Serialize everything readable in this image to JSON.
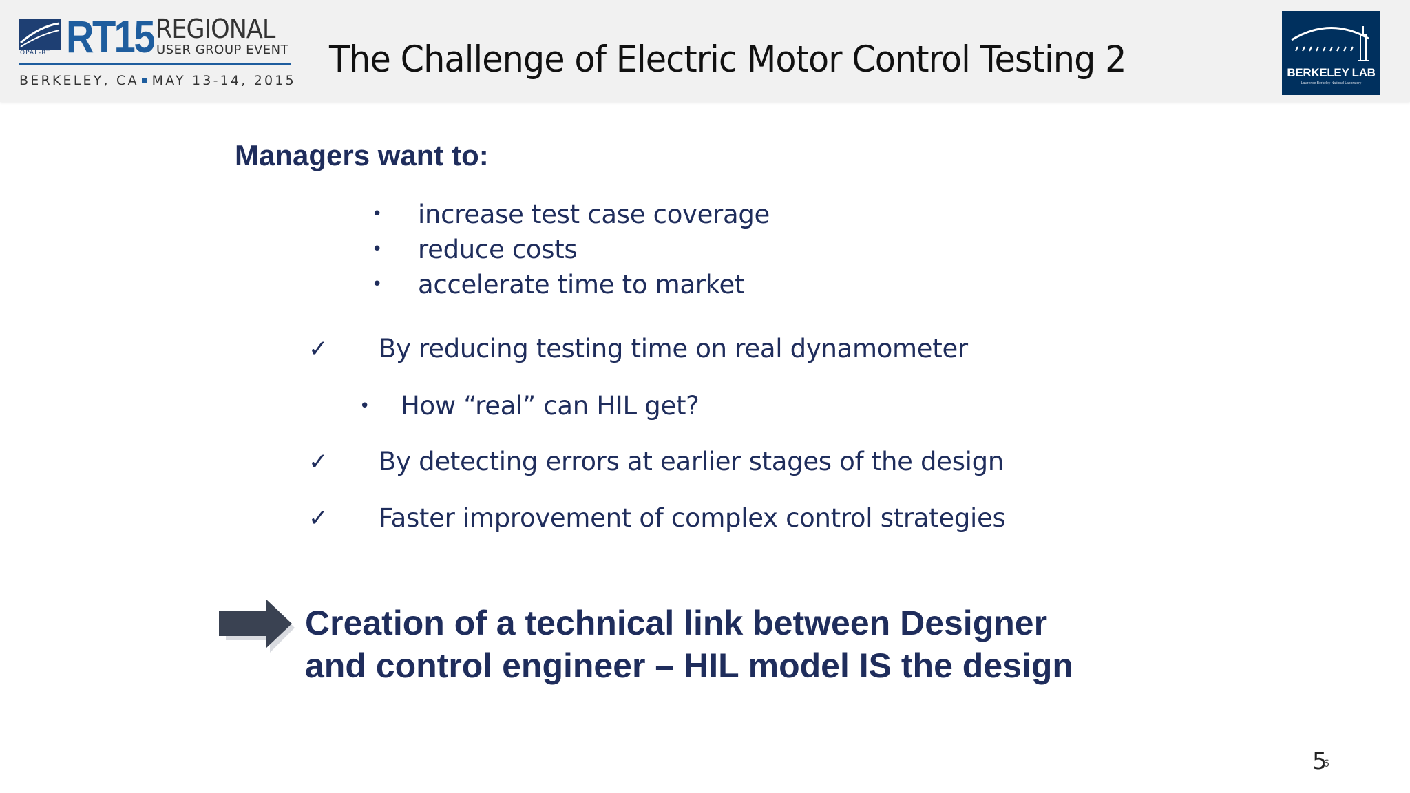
{
  "header": {
    "event_logo": {
      "brand": "RT15",
      "regional": "REGIONAL",
      "subtitle": "USER GROUP EVENT",
      "company": "OPAL-RT",
      "location": "BERKELEY, CA",
      "dates": "MAY 13-14, 2015"
    },
    "title": "The Challenge of Electric Motor Control Testing 2",
    "lab_logo": {
      "name": "BERKELEY LAB",
      "subtitle": "Lawrence Berkeley National Laboratory"
    }
  },
  "content": {
    "intro": "Managers want to:",
    "goals": [
      {
        "marker": "•",
        "text": "increase test case coverage"
      },
      {
        "marker": "•",
        "text": "reduce costs"
      },
      {
        "marker": "•",
        "text": "accelerate time to market"
      }
    ],
    "checks": [
      {
        "marker": "✓",
        "text": "By reducing testing time on real dynamometer"
      },
      {
        "marker": "✓",
        "text": "By detecting errors at earlier stages of the design"
      },
      {
        "marker": "✓",
        "text": "Faster improvement of complex control strategies"
      }
    ],
    "sub_bullet": {
      "marker": "•",
      "text": "How “real” can HIL get?"
    },
    "conclusion": {
      "line1": "Creation of a technical link between Designer",
      "line2": "and control engineer – HIL model IS the design"
    }
  },
  "footer": {
    "page_number": "5",
    "page_number_small": "6"
  },
  "colors": {
    "text_navy": "#1f2d5c",
    "header_bg": "#f1f1f1",
    "rt_blue": "#1e5d9e",
    "berkeley_navy": "#00305e",
    "arrow_fill": "#3a4252"
  }
}
